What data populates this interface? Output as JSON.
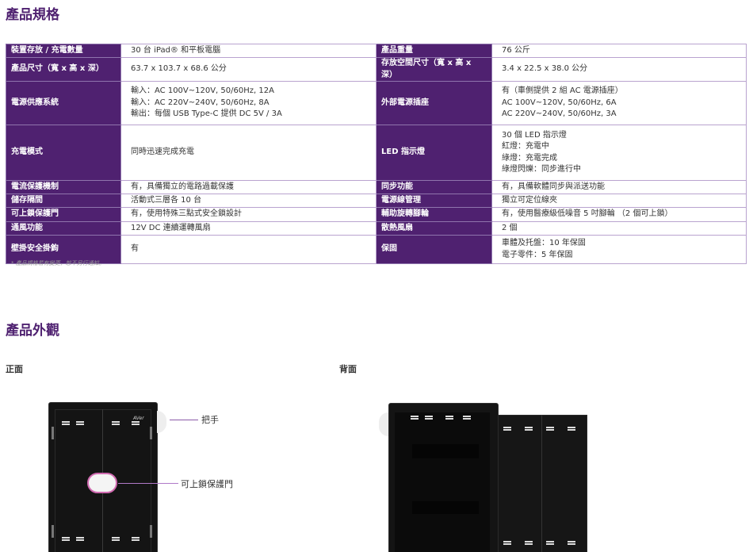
{
  "specs": {
    "title": "產品規格",
    "rows": [
      {
        "l1": "裝置存放 / 充電數量",
        "v1": "30 台 iPad® 和平板電腦",
        "l2": "產品重量",
        "v2": "76 公斤",
        "h": 17
      },
      {
        "l1": "產品尺寸（寬 x 高 x 深）",
        "v1": "63.7 x 103.7 x 68.6 公分",
        "l2": "存放空間尺寸（寬 x 高 x 深）",
        "v2": "3.4 x 22.5 x 38.0 公分",
        "h": 17
      },
      {
        "l1": "電源供應系統",
        "v1": "輸入：AC 100V~120V, 50/60Hz, 12A\n輸入：AC 220V~240V, 50/60Hz, 8A\n輸出：每個 USB Type-C 提供 DC 5V / 3A",
        "l2": "外部電源插座",
        "v2": "有（車側提供 2 組 AC 電源插座）\nAC 100V~120V, 50/60Hz, 6A\nAC 220V~240V, 50/60Hz, 3A",
        "h": 55
      },
      {
        "l1": "充電模式",
        "v1": "同時迅速完成充電",
        "l2": "LED 指示燈",
        "v2": "30 個 LED 指示燈\n紅燈：充電中\n綠燈：充電完成\n綠燈閃爍：同步進行中",
        "h": 70
      },
      {
        "l1": "電流保護機制",
        "v1": "有，具備獨立的電路過載保護",
        "l2": "同步功能",
        "v2": "有，具備軟體同步與派送功能",
        "h": 17
      },
      {
        "l1": "儲存隔間",
        "v1": "活動式三層各 10 台",
        "l2": "電源線管理",
        "v2": "獨立可定位線夾",
        "h": 17
      },
      {
        "l1": "可上鎖保護門",
        "v1": "有，使用特殊三點式安全鎖設計",
        "l2": "輔助旋轉腳輪",
        "v2": "有，使用醫療級低噪音 5 吋腳輪 （2 個可上鎖）",
        "h": 18
      },
      {
        "l1": "通風功能",
        "v1": "12V DC 連續運轉風扇",
        "l2": "散熱風扇",
        "v2": "2 個",
        "h": 17
      },
      {
        "l1": "壁掛安全掛鉤",
        "v1": "有",
        "l2": "保固",
        "v2": "車體及托盤：10 年保固\n電子零件：5 年保固",
        "h": 36
      }
    ],
    "note": "* 產品規格若有變更，恕不另行通知。"
  },
  "appearance": {
    "title": "產品外觀",
    "front_label": "正面",
    "back_label": "背面",
    "callout_handle": "把手",
    "callout_lock": "可上鎖保護門",
    "logo_text": "AVer"
  },
  "colors": {
    "accent": "#4f2170",
    "highlight": "#d06ab0"
  }
}
